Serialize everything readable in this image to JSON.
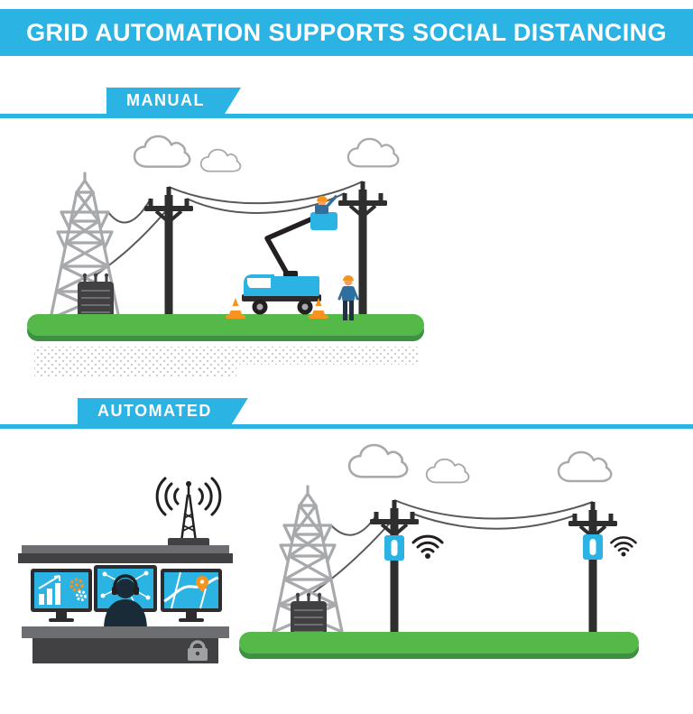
{
  "title": "GRID AUTOMATION SUPPORTS SOCIAL DISTANCING",
  "sections": [
    {
      "id": "manual",
      "label": "MANUAL"
    },
    {
      "id": "automated",
      "label": "AUTOMATED"
    }
  ],
  "palette": {
    "cyan": "#2ab3e3",
    "green": "#54b948",
    "green_dark": "#3e9142",
    "gray": "#a7a9ac",
    "dark": "#231f20",
    "charcoal": "#414042",
    "slate": "#6d6e71",
    "orange": "#f7941d",
    "worker_blue": "#2f6f9f",
    "white": "#ffffff"
  },
  "scenes": {
    "manual": {
      "elements": [
        "clouds",
        "transmission-tower",
        "transformer",
        "utility-poles",
        "power-lines",
        "bucket-truck",
        "lineworker-in-bucket",
        "ground-worker",
        "traffic-cones",
        "grass-ground",
        "soil-dots"
      ]
    },
    "automated": {
      "elements": [
        "control-room",
        "antenna",
        "signal-waves",
        "analytics-monitor",
        "network-monitor",
        "map-monitor",
        "operator-with-headset",
        "security-lock",
        "clouds",
        "transmission-tower",
        "transformer",
        "utility-poles",
        "power-lines",
        "smart-grid-devices",
        "wifi-signals",
        "grass-ground"
      ]
    }
  }
}
